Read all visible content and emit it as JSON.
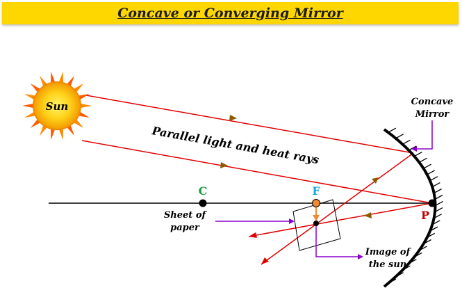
{
  "title": "Concave or Converging Mirror",
  "labels": {
    "sun": "Sun",
    "rays": "Parallel light and heat rays",
    "center_of_curvature": "C",
    "focus": "F",
    "pole": "P",
    "mirror_line1": "Concave",
    "mirror_line2": "Mirror",
    "paper_line1": "Sheet of",
    "paper_line2": "paper",
    "image_line1": "Image of",
    "image_line2": "the sun"
  },
  "colors": {
    "title_bg": "#ffd700",
    "ray": "#e00000",
    "axis": "#000000",
    "arrow": "#8b5a00",
    "pointer": "#8a00c8",
    "c_label": "#1e9a3a",
    "f_label": "#1aa7e0",
    "p_label": "#c00000",
    "focus_dot": "#f08a30"
  }
}
